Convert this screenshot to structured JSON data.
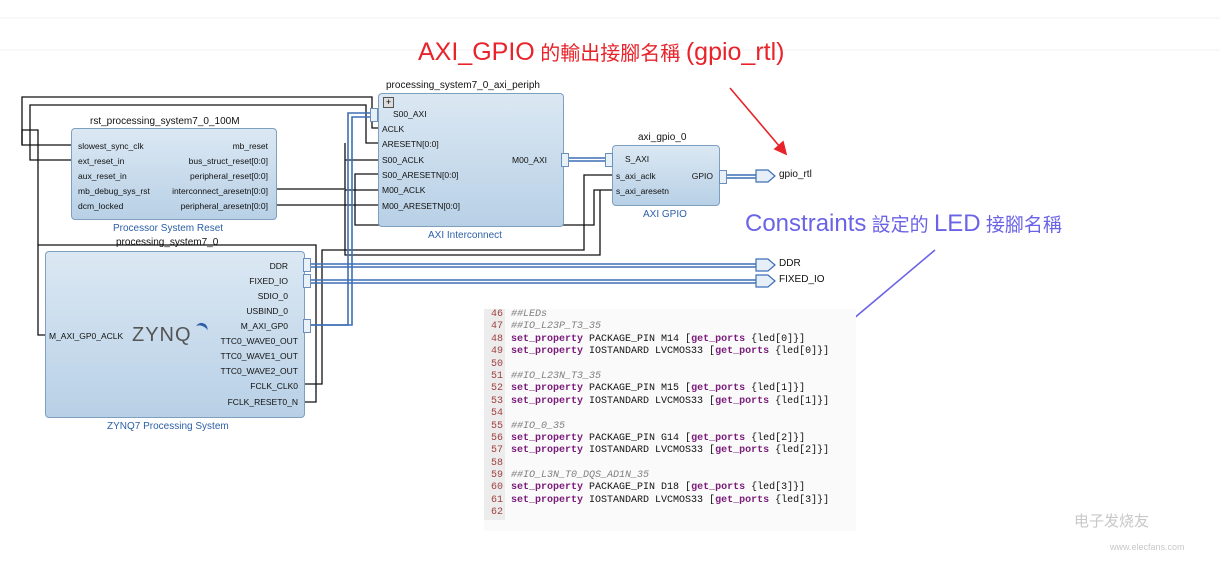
{
  "annotations": {
    "top_prefix": "AXI_GPIO",
    "top_mid": " 的輸出接腳名稱 ",
    "top_suffix": "(gpio_rtl)",
    "right_prefix": "Constraints",
    "right_mid": "  設定的  ",
    "right_led": "LED",
    "right_suffix": "  接腳名稱",
    "red": "#e8232a",
    "blue": "#6b63e6"
  },
  "blocks": {
    "rst": {
      "title": "rst_processing_system7_0_100M",
      "caption": "Processor System Reset",
      "left_pins": [
        "slowest_sync_clk",
        "ext_reset_in",
        "aux_reset_in",
        "mb_debug_sys_rst",
        "dcm_locked"
      ],
      "right_pins": [
        "mb_reset",
        "bus_struct_reset[0:0]",
        "peripheral_reset[0:0]",
        "interconnect_aresetn[0:0]",
        "peripheral_aresetn[0:0]"
      ]
    },
    "interconnect": {
      "title": "processing_system7_0_axi_periph",
      "caption": "AXI Interconnect",
      "left_pins": [
        "S00_AXI",
        "ACLK",
        "ARESETN[0:0]",
        "S00_ACLK",
        "S00_ARESETN[0:0]",
        "M00_ACLK",
        "M00_ARESETN[0:0]"
      ],
      "right_pins": [
        "M00_AXI"
      ]
    },
    "gpio": {
      "title": "axi_gpio_0",
      "caption": "AXI GPIO",
      "left_pins": [
        "S_AXI",
        "s_axi_aclk",
        "s_axi_aresetn"
      ],
      "right_pins": [
        "GPIO"
      ]
    },
    "zynq": {
      "title": "processing_system7_0",
      "caption": "ZYNQ7 Processing System",
      "logo": "ZYNQ",
      "left_pins": [
        "M_AXI_GP0_ACLK"
      ],
      "right_pins": [
        "DDR",
        "FIXED_IO",
        "SDIO_0",
        "USBIND_0",
        "M_AXI_GP0",
        "TTC0_WAVE0_OUT",
        "TTC0_WAVE1_OUT",
        "TTC0_WAVE2_OUT",
        "FCLK_CLK0",
        "FCLK_RESET0_N"
      ]
    }
  },
  "external_ports": [
    "gpio_rtl",
    "DDR",
    "FIXED_IO"
  ],
  "code": [
    {
      "n": "46",
      "parts": [
        {
          "t": "##LEDs",
          "c": "cmt"
        }
      ]
    },
    {
      "n": "47",
      "parts": [
        {
          "t": "##IO_L23P_T3_35",
          "c": "cmt"
        }
      ]
    },
    {
      "n": "48",
      "parts": [
        {
          "t": "set_property",
          "c": "kw"
        },
        {
          "t": " PACKAGE_PIN M14 [",
          "c": "plain"
        },
        {
          "t": "get_ports",
          "c": "kw2"
        },
        {
          "t": " {led[0]}]",
          "c": "plain"
        }
      ]
    },
    {
      "n": "49",
      "parts": [
        {
          "t": "set_property",
          "c": "kw"
        },
        {
          "t": " IOSTANDARD LVCMOS33 [",
          "c": "plain"
        },
        {
          "t": "get_ports",
          "c": "kw2"
        },
        {
          "t": " {led[0]}]",
          "c": "plain"
        }
      ]
    },
    {
      "n": "50",
      "parts": []
    },
    {
      "n": "51",
      "parts": [
        {
          "t": "##IO_L23N_T3_35",
          "c": "cmt"
        }
      ]
    },
    {
      "n": "52",
      "parts": [
        {
          "t": "set_property",
          "c": "kw"
        },
        {
          "t": " PACKAGE_PIN M15 [",
          "c": "plain"
        },
        {
          "t": "get_ports",
          "c": "kw2"
        },
        {
          "t": " {led[1]}]",
          "c": "plain"
        }
      ]
    },
    {
      "n": "53",
      "parts": [
        {
          "t": "set_property",
          "c": "kw"
        },
        {
          "t": " IOSTANDARD LVCMOS33 [",
          "c": "plain"
        },
        {
          "t": "get_ports",
          "c": "kw2"
        },
        {
          "t": " {led[1]}]",
          "c": "plain"
        }
      ]
    },
    {
      "n": "54",
      "parts": []
    },
    {
      "n": "55",
      "parts": [
        {
          "t": "##IO_0_35",
          "c": "cmt"
        }
      ]
    },
    {
      "n": "56",
      "parts": [
        {
          "t": "set_property",
          "c": "kw"
        },
        {
          "t": " PACKAGE_PIN G14 [",
          "c": "plain"
        },
        {
          "t": "get_ports",
          "c": "kw2"
        },
        {
          "t": " {led[2]}]",
          "c": "plain"
        }
      ]
    },
    {
      "n": "57",
      "parts": [
        {
          "t": "set_property",
          "c": "kw"
        },
        {
          "t": " IOSTANDARD LVCMOS33 [",
          "c": "plain"
        },
        {
          "t": "get_ports",
          "c": "kw2"
        },
        {
          "t": " {led[2]}]",
          "c": "plain"
        }
      ]
    },
    {
      "n": "58",
      "parts": []
    },
    {
      "n": "59",
      "parts": [
        {
          "t": "##IO_L3N_T0_DQS_AD1N_35",
          "c": "cmt"
        }
      ]
    },
    {
      "n": "60",
      "parts": [
        {
          "t": "set_property",
          "c": "kw"
        },
        {
          "t": " PACKAGE_PIN D18 [",
          "c": "plain"
        },
        {
          "t": "get_ports",
          "c": "kw2"
        },
        {
          "t": " {led[3]}]",
          "c": "plain"
        }
      ]
    },
    {
      "n": "61",
      "parts": [
        {
          "t": "set_property",
          "c": "kw"
        },
        {
          "t": " IOSTANDARD LVCMOS33 [",
          "c": "plain"
        },
        {
          "t": "get_ports",
          "c": "kw2"
        },
        {
          "t": " {led[3]}]",
          "c": "plain"
        }
      ]
    },
    {
      "n": "62",
      "parts": []
    }
  ],
  "watermark": {
    "cn": "电子发烧友",
    "url": "www.elecfans.com"
  }
}
